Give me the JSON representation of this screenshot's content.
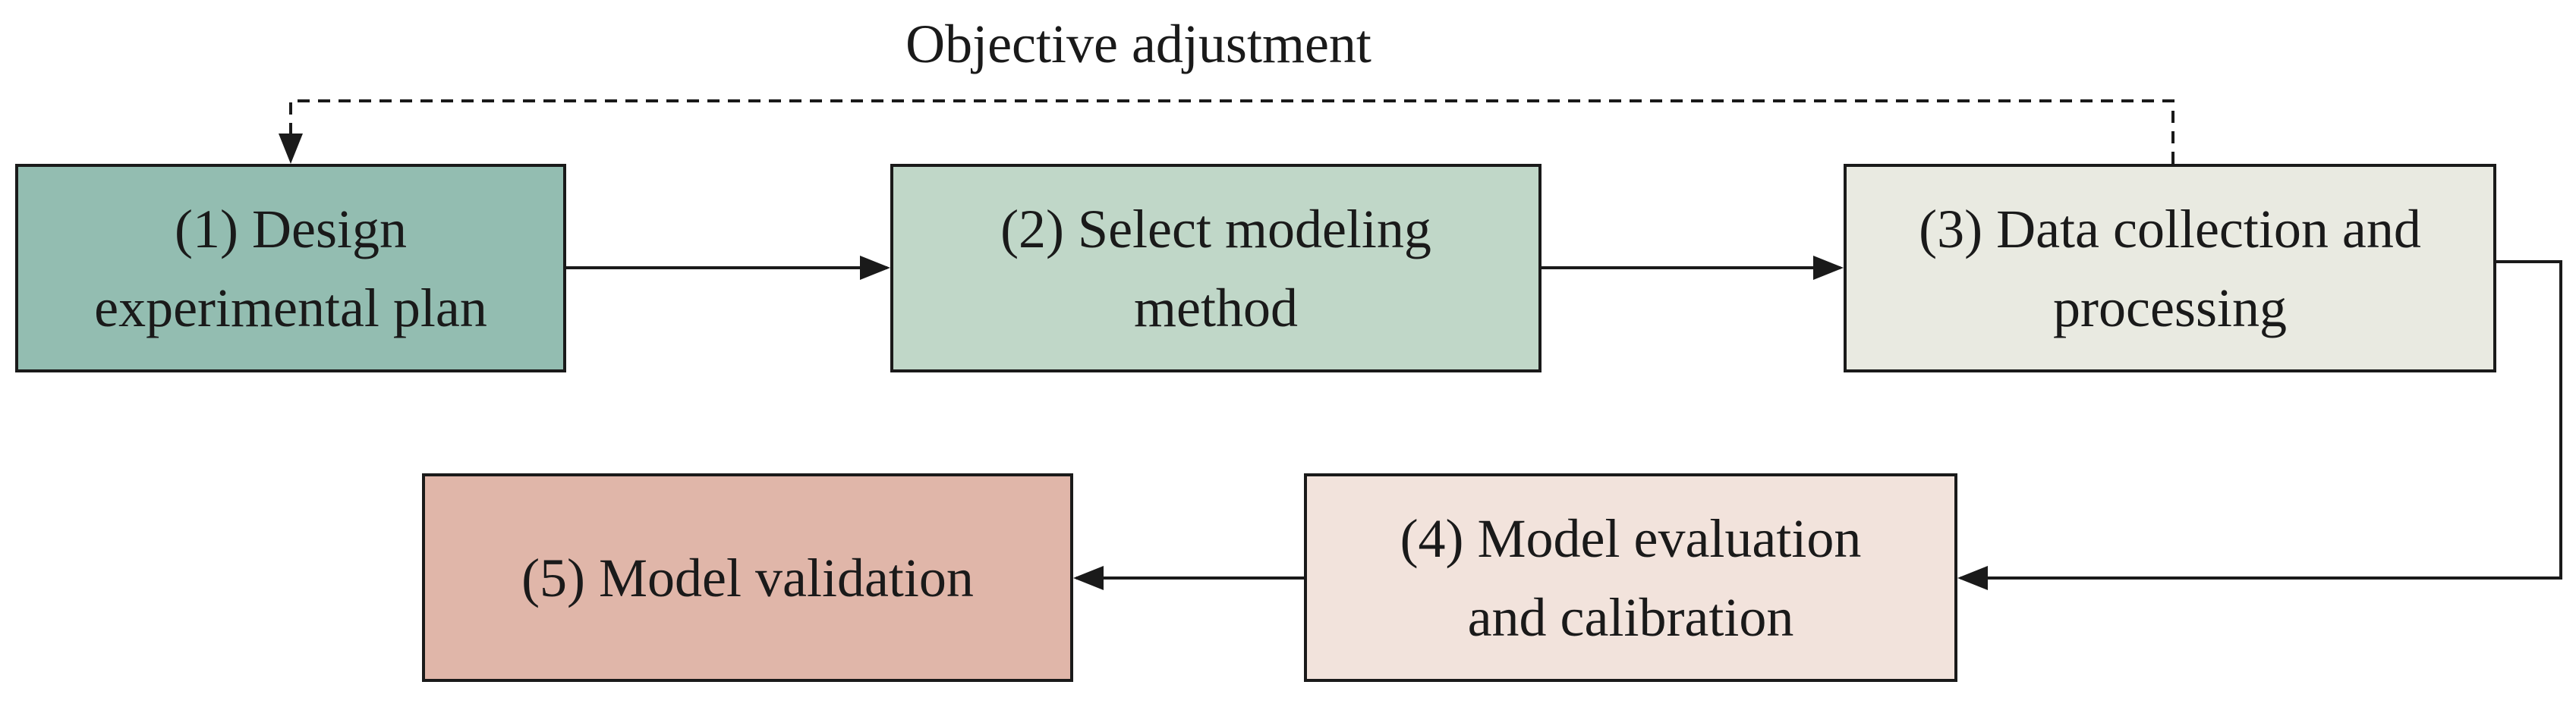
{
  "feedback_label": "Objective adjustment",
  "steps": [
    {
      "label": "(1) Design\nexperimental plan",
      "color": "#93bdb1"
    },
    {
      "label": "(2) Select modeling\nmethod",
      "color": "#c0d7c8"
    },
    {
      "label": "(3) Data collection and\nprocessing",
      "color": "#e9eae1"
    },
    {
      "label": "(4) Model evaluation\nand calibration",
      "color": "#f2e3dc"
    },
    {
      "label": "(5) Model validation",
      "color": "#e0b6a9"
    }
  ]
}
